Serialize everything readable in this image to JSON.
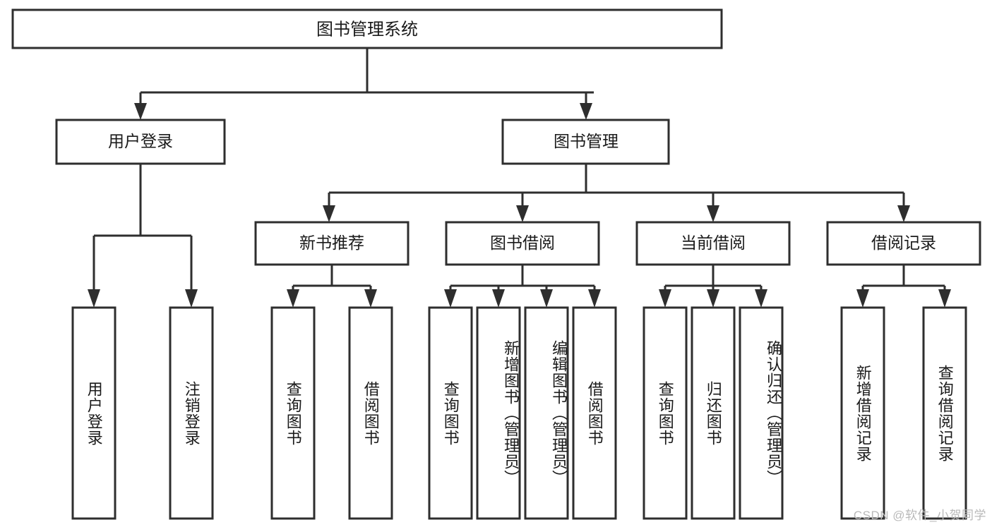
{
  "diagram": {
    "title": "图书管理系统",
    "type": "功能结构图",
    "orientation": "top-down",
    "background_color": "#ffffff",
    "line_color": "#2e2e2e",
    "text_color": "#1a1a1a",
    "root": {
      "id": "root",
      "label": "图书管理系统"
    },
    "level2": [
      {
        "id": "user-login",
        "label": "用户登录"
      },
      {
        "id": "book-management",
        "label": "图书管理"
      }
    ],
    "level3": [
      {
        "id": "new-book-recommend",
        "label": "新书推荐",
        "parent": "book-management"
      },
      {
        "id": "book-borrow",
        "label": "图书借阅",
        "parent": "book-management"
      },
      {
        "id": "current-borrow",
        "label": "当前借阅",
        "parent": "book-management"
      },
      {
        "id": "borrow-record",
        "label": "借阅记录",
        "parent": "book-management"
      }
    ],
    "leaves": {
      "user-login": [
        {
          "id": "leaf-user-login",
          "label": "用户登录"
        },
        {
          "id": "leaf-user-logout",
          "label": "注销登录"
        }
      ],
      "new-book-recommend": [
        {
          "id": "leaf-query-book-1",
          "label": "查询图书"
        },
        {
          "id": "leaf-borrow-book-1",
          "label": "借阅图书"
        }
      ],
      "book-borrow": [
        {
          "id": "leaf-query-book-2",
          "label": "查询图书"
        },
        {
          "id": "leaf-add-book",
          "label": "新增图书（管理员）"
        },
        {
          "id": "leaf-edit-book",
          "label": "编辑图书（管理员）"
        },
        {
          "id": "leaf-borrow-book-2",
          "label": "借阅图书"
        }
      ],
      "current-borrow": [
        {
          "id": "leaf-query-book-3",
          "label": "查询图书"
        },
        {
          "id": "leaf-return-book",
          "label": "归还图书"
        },
        {
          "id": "leaf-confirm-return",
          "label": "确认归还（管理员）"
        }
      ],
      "borrow-record": [
        {
          "id": "leaf-add-record",
          "label": "新增借阅记录"
        },
        {
          "id": "leaf-query-record",
          "label": "查询借阅记录"
        }
      ]
    }
  },
  "watermark": {
    "text": "CSDN @软件_小贺同学"
  }
}
